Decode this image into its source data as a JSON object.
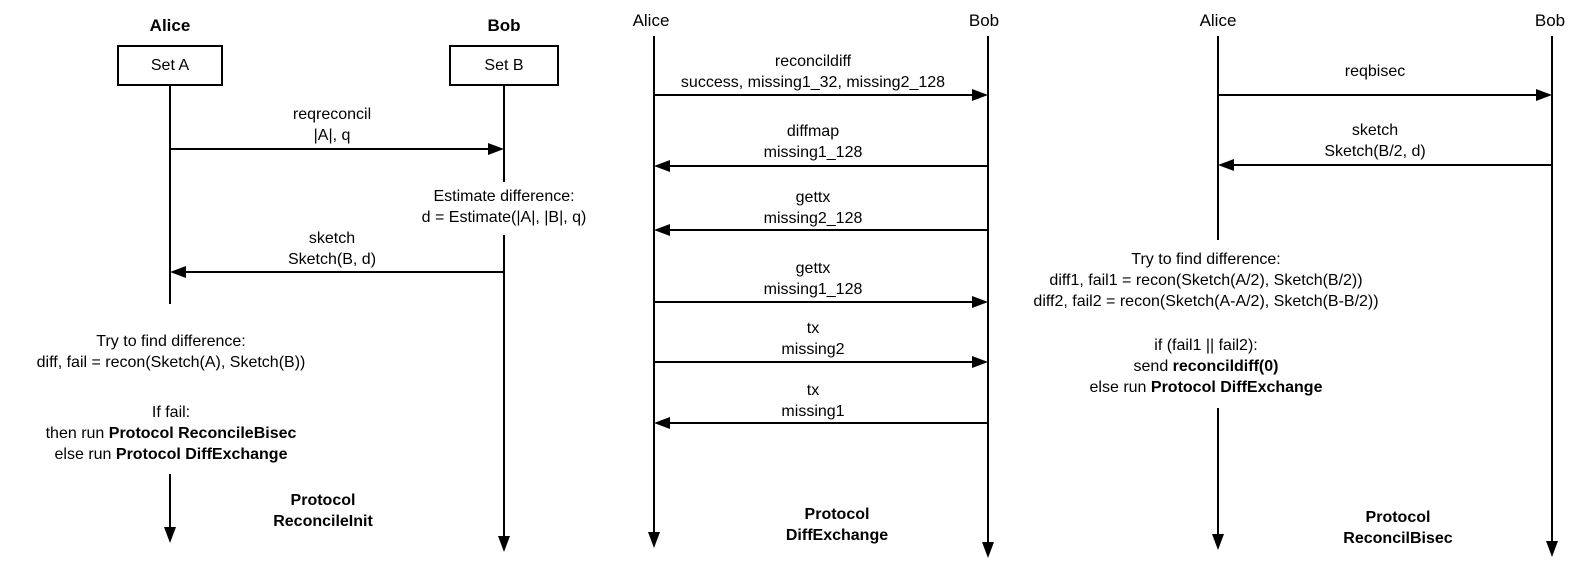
{
  "colors": {
    "ink": "#000000",
    "background": "#ffffff"
  },
  "diagram": {
    "panels": [
      {
        "caption": {
          "line1": "Protocol",
          "line2": "ReconcileInit"
        },
        "actors": {
          "left": "Alice",
          "right": "Bob"
        },
        "boxes": {
          "left": "Set A",
          "right": "Set B"
        },
        "messages": [
          {
            "name": "reqreconcil",
            "args": "|A|, q",
            "from": "Alice",
            "to": "Bob"
          },
          {
            "name": "sketch",
            "args": "Sketch(B, d)",
            "from": "Bob",
            "to": "Alice"
          }
        ],
        "notes": [
          {
            "actor": "Bob",
            "line1": "Estimate difference:",
            "line2": "d = Estimate(|A|, |B|, q)"
          },
          {
            "actor": "Alice",
            "line1": "Try to find difference:",
            "line2": "diff, fail = recon(Sketch(A), Sketch(B))"
          },
          {
            "actor": "Alice",
            "line1": "If fail:",
            "line2_pre": "then run ",
            "line2_bold": "Protocol ReconcileBisec",
            "line3_pre": "else run ",
            "line3_bold": "Protocol DiffExchange"
          }
        ]
      },
      {
        "caption": {
          "line1": "Protocol",
          "line2": "DiffExchange"
        },
        "actors": {
          "left": "Alice",
          "right": "Bob"
        },
        "messages": [
          {
            "name": "reconcildiff",
            "args": "success, missing1_32, missing2_128",
            "from": "Alice",
            "to": "Bob"
          },
          {
            "name": "diffmap",
            "args": "missing1_128",
            "from": "Bob",
            "to": "Alice"
          },
          {
            "name": "gettx",
            "args": "missing2_128",
            "from": "Bob",
            "to": "Alice"
          },
          {
            "name": "gettx",
            "args": "missing1_128",
            "from": "Alice",
            "to": "Bob"
          },
          {
            "name": "tx",
            "args": "missing2",
            "from": "Alice",
            "to": "Bob"
          },
          {
            "name": "tx",
            "args": "missing1",
            "from": "Bob",
            "to": "Alice"
          }
        ]
      },
      {
        "caption": {
          "line1": "Protocol",
          "line2": "ReconcilBisec"
        },
        "actors": {
          "left": "Alice",
          "right": "Bob"
        },
        "messages": [
          {
            "name": "reqbisec",
            "args": "",
            "from": "Alice",
            "to": "Bob"
          },
          {
            "name": "sketch",
            "args": "Sketch(B/2, d)",
            "from": "Bob",
            "to": "Alice"
          }
        ],
        "notes": [
          {
            "actor": "Alice",
            "line1": "Try to find difference:",
            "line2": "diff1, fail1 = recon(Sketch(A/2), Sketch(B/2))",
            "line3": "diff2, fail2 = recon(Sketch(A-A/2), Sketch(B-B/2))"
          },
          {
            "actor": "Alice",
            "line1": "if (fail1 || fail2):",
            "line2_pre": "send ",
            "line2_bold": "reconcildiff(0)",
            "line3_pre": "else run ",
            "line3_bold": "Protocol DiffExchange"
          }
        ]
      }
    ]
  }
}
